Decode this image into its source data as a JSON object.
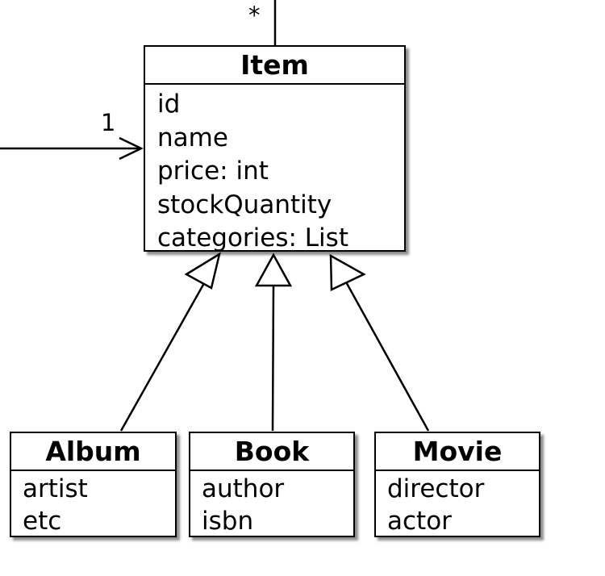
{
  "classes": {
    "item": {
      "name": "Item",
      "attributes": [
        "id",
        "name",
        "price: int",
        "stockQuantity",
        "categories: List"
      ]
    },
    "album": {
      "name": "Album",
      "attributes": [
        "artist",
        "etc"
      ]
    },
    "book": {
      "name": "Book",
      "attributes": [
        "author",
        "isbn"
      ]
    },
    "movie": {
      "name": "Movie",
      "attributes": [
        "director",
        "actor"
      ]
    }
  },
  "associations": {
    "top": {
      "multiplicity": "*"
    },
    "left": {
      "multiplicity": "1"
    }
  },
  "generalizations": [
    {
      "from": "Album",
      "to": "Item"
    },
    {
      "from": "Book",
      "to": "Item"
    },
    {
      "from": "Movie",
      "to": "Item"
    }
  ]
}
